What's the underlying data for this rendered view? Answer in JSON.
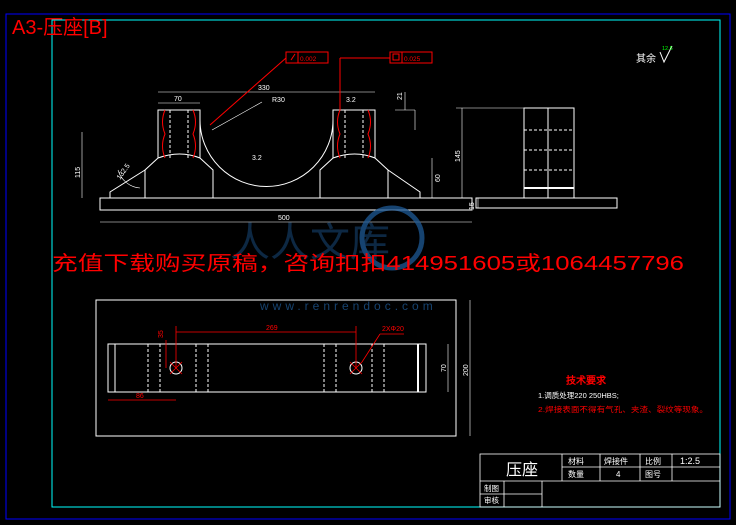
{
  "sheet_title": "A3-压座[B]",
  "watermark": {
    "promo": "充值下载购买原稿，咨询扣扣414951605或1064457796",
    "site": "www.renrendoc.com",
    "logo_text": "人人文库"
  },
  "surface_finish": {
    "label": "其余",
    "value": "12.5"
  },
  "tolerances": {
    "left_frame": "0.002",
    "right_frame": "0.025"
  },
  "front_view_dims": {
    "overall_top": "330",
    "left_top": "70",
    "radius": "R30",
    "small_dim": "3.2",
    "groove": "3.2",
    "top_right": "21",
    "height_left": "115",
    "angle": "132.5",
    "height_right": "60",
    "overall_width": "500"
  },
  "side_view_dims": {
    "height": "145",
    "base": "15"
  },
  "top_view_dims": {
    "hole_spacing": "269",
    "hole_callout": "2XΦ20",
    "offset": "35",
    "depth": "86",
    "width_inner": "70",
    "width_outer": "200"
  },
  "tech_requirements": {
    "title": "技术要求",
    "items": [
      "1.调质处理220 250HBS;",
      "2.焊接表面不得有气孔、夹渣、裂纹等现象。"
    ]
  },
  "title_block": {
    "part_name": "压座",
    "material_label": "材料",
    "material_value": "焊接件",
    "scale_label": "比例",
    "scale_value": "1:2.5",
    "qty_label": "数量",
    "qty_value": "4",
    "drawing_no_label": "图号",
    "drawn_label": "制图",
    "checked_label": "审核"
  },
  "colors": {
    "background": "#000000",
    "outer_border": "#0000ff",
    "inner_border": "#00ffff",
    "geometry": "#ffffff",
    "dimension": "#ff0000",
    "title": "#ff0000",
    "watermark": "#1e5a96"
  }
}
